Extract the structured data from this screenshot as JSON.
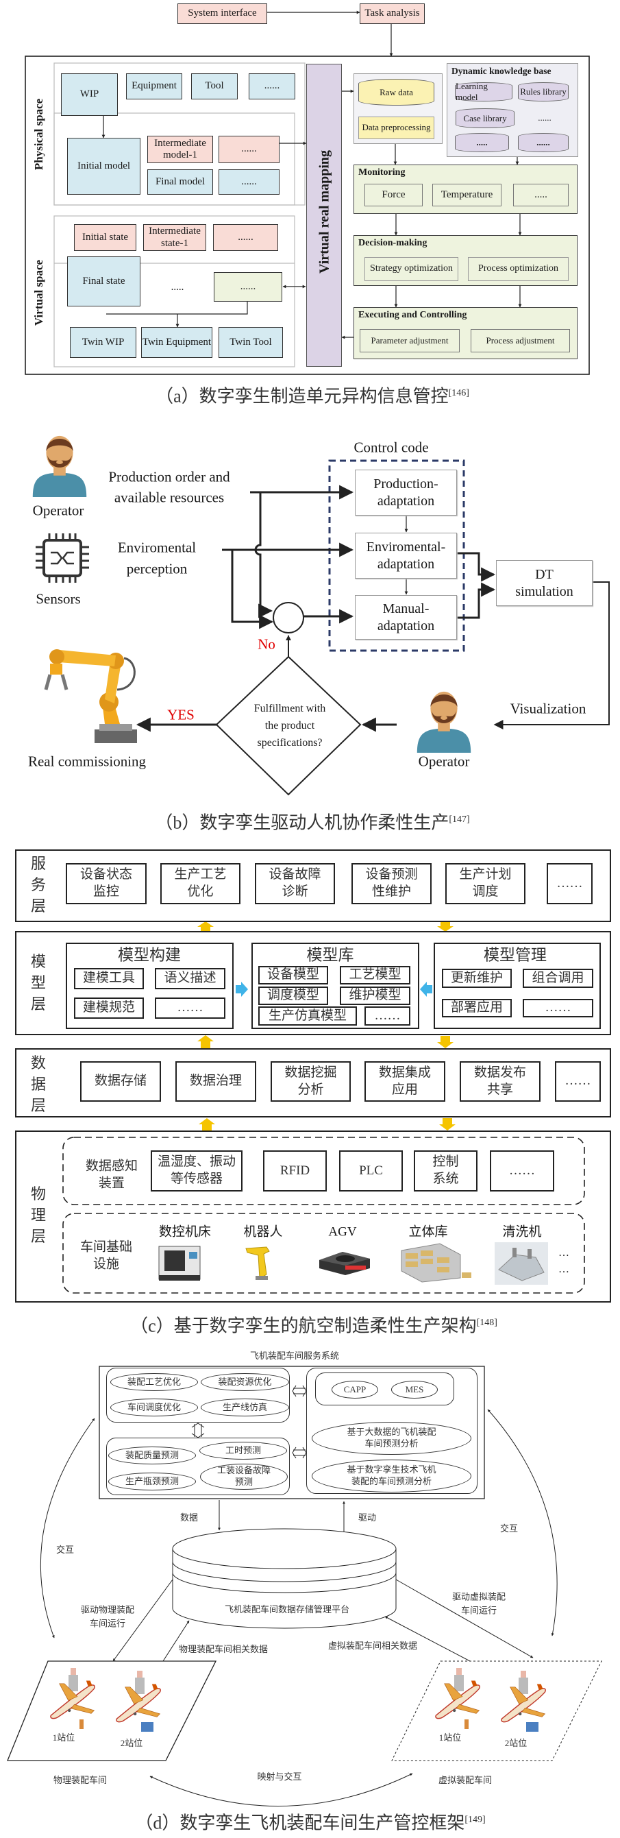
{
  "figure_a": {
    "system_interface": "System interface",
    "task_analysis": "Task analysis",
    "physical_space": "Physical space",
    "virtual_space": "Virtual space",
    "wip": "WIP",
    "equipment": "Equipment",
    "tool": "Tool",
    "ellipsis": "......",
    "initial_model": "Initial model",
    "intermediate_model": "Intermediate model-1",
    "final_model": "Final model",
    "initial_state": "Initial state",
    "intermediate_state": "Intermediate state-1",
    "final_state": "Final state",
    "dots": ".....",
    "twin_wip": "Twin WIP",
    "twin_equipment": "Twin Equipment",
    "twin_tool": "Twin Tool",
    "virtual_real_mapping": "Virtual real mapping",
    "raw_data": "Raw data",
    "data_preprocessing": "Data preprocessing",
    "knowledge_base": {
      "title": "Dynamic knowledge base",
      "items": [
        "Learning model",
        "Rules library",
        "Case library",
        "......",
        ".....",
        "......"
      ]
    },
    "monitoring": {
      "title": "Monitoring",
      "items": [
        "Force",
        "Temperature",
        "....."
      ]
    },
    "decision": {
      "title": "Decision-making",
      "items": [
        "Strategy optimization",
        "Process optimization"
      ]
    },
    "executing": {
      "title": "Executing and Controlling",
      "items": [
        "Parameter adjustment",
        "Process adjustment"
      ]
    },
    "colors": {
      "physical_box": "#d5eaf1",
      "intermediate_box": "#f9dcd6",
      "data_box": "#fbf2b3",
      "control_box": "#eef3de",
      "mapping_bar": "#dcd3e6"
    },
    "caption": "（a）数字孪生制造单元异构信息管控",
    "ref": "[146]"
  },
  "figure_b": {
    "control_code": "Control code",
    "operator": "Operator",
    "production_order": [
      "Production order and",
      "available resources"
    ],
    "sensors": "Sensors",
    "environmental_perception": [
      "Enviromental",
      "perception"
    ],
    "production_adaptation": [
      "Production-",
      "adaptation"
    ],
    "environmental_adaptation": [
      "Enviromental-",
      "adaptation"
    ],
    "manual_adaptation": [
      "Manual-",
      "adaptation"
    ],
    "dt_simulation": [
      "DT",
      "simulation"
    ],
    "no": "No",
    "yes": "YES",
    "decision": [
      "Fulfillment with",
      "the product",
      "specifications?"
    ],
    "real_commissioning": "Real commissioning",
    "operator_bottom": "Operator",
    "visualization": "Visualization",
    "colors": {
      "yes_no": "#e00000",
      "dashed_box": "#2b3a67",
      "operator": "#4b8fa8"
    },
    "caption": "（b）数字孪生驱动人机协作柔性生产",
    "ref": "[147]"
  },
  "figure_c": {
    "service_layer": {
      "label": [
        "服",
        "务",
        "层"
      ],
      "items": [
        [
          "设备状态",
          "监控"
        ],
        [
          "生产工艺",
          "优化"
        ],
        [
          "设备故障",
          "诊断"
        ],
        [
          "设备预测",
          "性维护"
        ],
        [
          "生产计划",
          "调度"
        ],
        [
          "……"
        ]
      ]
    },
    "model_layer": {
      "label": [
        "模",
        "型",
        "层"
      ],
      "build": {
        "title": "模型构建",
        "items": [
          "建模工具",
          "语义描述",
          "建模规范",
          "……"
        ]
      },
      "library": {
        "title": "模型库",
        "items": [
          "设备模型",
          "工艺模型",
          "调度模型",
          "维护模型",
          "生产仿真模型",
          "……"
        ]
      },
      "management": {
        "title": "模型管理",
        "items": [
          "更新维护",
          "组合调用",
          "部署应用",
          "……"
        ]
      }
    },
    "data_layer": {
      "label": [
        "数",
        "据",
        "层"
      ],
      "items": [
        [
          "数据存储"
        ],
        [
          "数据治理"
        ],
        [
          "数据挖掘",
          "分析"
        ],
        [
          "数据集成",
          "应用"
        ],
        [
          "数据发布",
          "共享"
        ],
        [
          "……"
        ]
      ]
    },
    "physical_layer": {
      "label": [
        "物",
        "理",
        "层"
      ],
      "sensing": {
        "label": [
          "数据感知",
          "装置"
        ],
        "items": [
          [
            "温湿度、振动",
            "等传感器"
          ],
          [
            "RFID"
          ],
          [
            "PLC"
          ],
          [
            "控制",
            "系统"
          ],
          [
            "……"
          ]
        ]
      },
      "infrastructure": {
        "label": [
          "车间基础",
          "设施"
        ],
        "items": [
          "数控机床",
          "机器人",
          "AGV",
          "立体库",
          "清洗机"
        ],
        "more": [
          "…",
          "…"
        ]
      }
    },
    "colors": {
      "layer_arrow": "#f5c400",
      "model_arrow": "#3fb3e8"
    },
    "caption": "（c）基于数字孪生的航空制造柔性生产架构",
    "ref": "[148]"
  },
  "figure_d": {
    "service_system": "飞机装配车间服务系统",
    "optimization": [
      "装配工艺优化",
      "装配资源优化",
      "车间调度优化",
      "生产线仿真"
    ],
    "prediction": [
      "装配质量预测",
      "工时预测",
      "生产瓶颈预测",
      [
        "工装设备故障",
        "预测"
      ]
    ],
    "systems": [
      "CAPP",
      "MES"
    ],
    "analysis": [
      [
        "基于大数据的飞机装配",
        "车间预测分析"
      ],
      [
        "基于数字孪生技术飞机",
        "装配的车间预测分析"
      ]
    ],
    "data": "数据",
    "drive": "驱动",
    "interaction_left": "交互",
    "interaction_right": "交互",
    "platform": "飞机装配车间数据存储管理平台",
    "drive_physical": [
      "驱动物理装配",
      "车间运行"
    ],
    "drive_virtual": [
      "驱动虚拟装配",
      "车间运行"
    ],
    "physical_data": "物理装配车间相关数据",
    "virtual_data": "虚拟装配车间相关数据",
    "station_1": "1站位",
    "station_2": "2站位",
    "physical_workshop": "物理装配车间",
    "virtual_workshop": "虚拟装配车间",
    "mapping": "映射与交互",
    "caption": "（d）数字孪生飞机装配车间生产管控框架",
    "ref": "[149]"
  }
}
